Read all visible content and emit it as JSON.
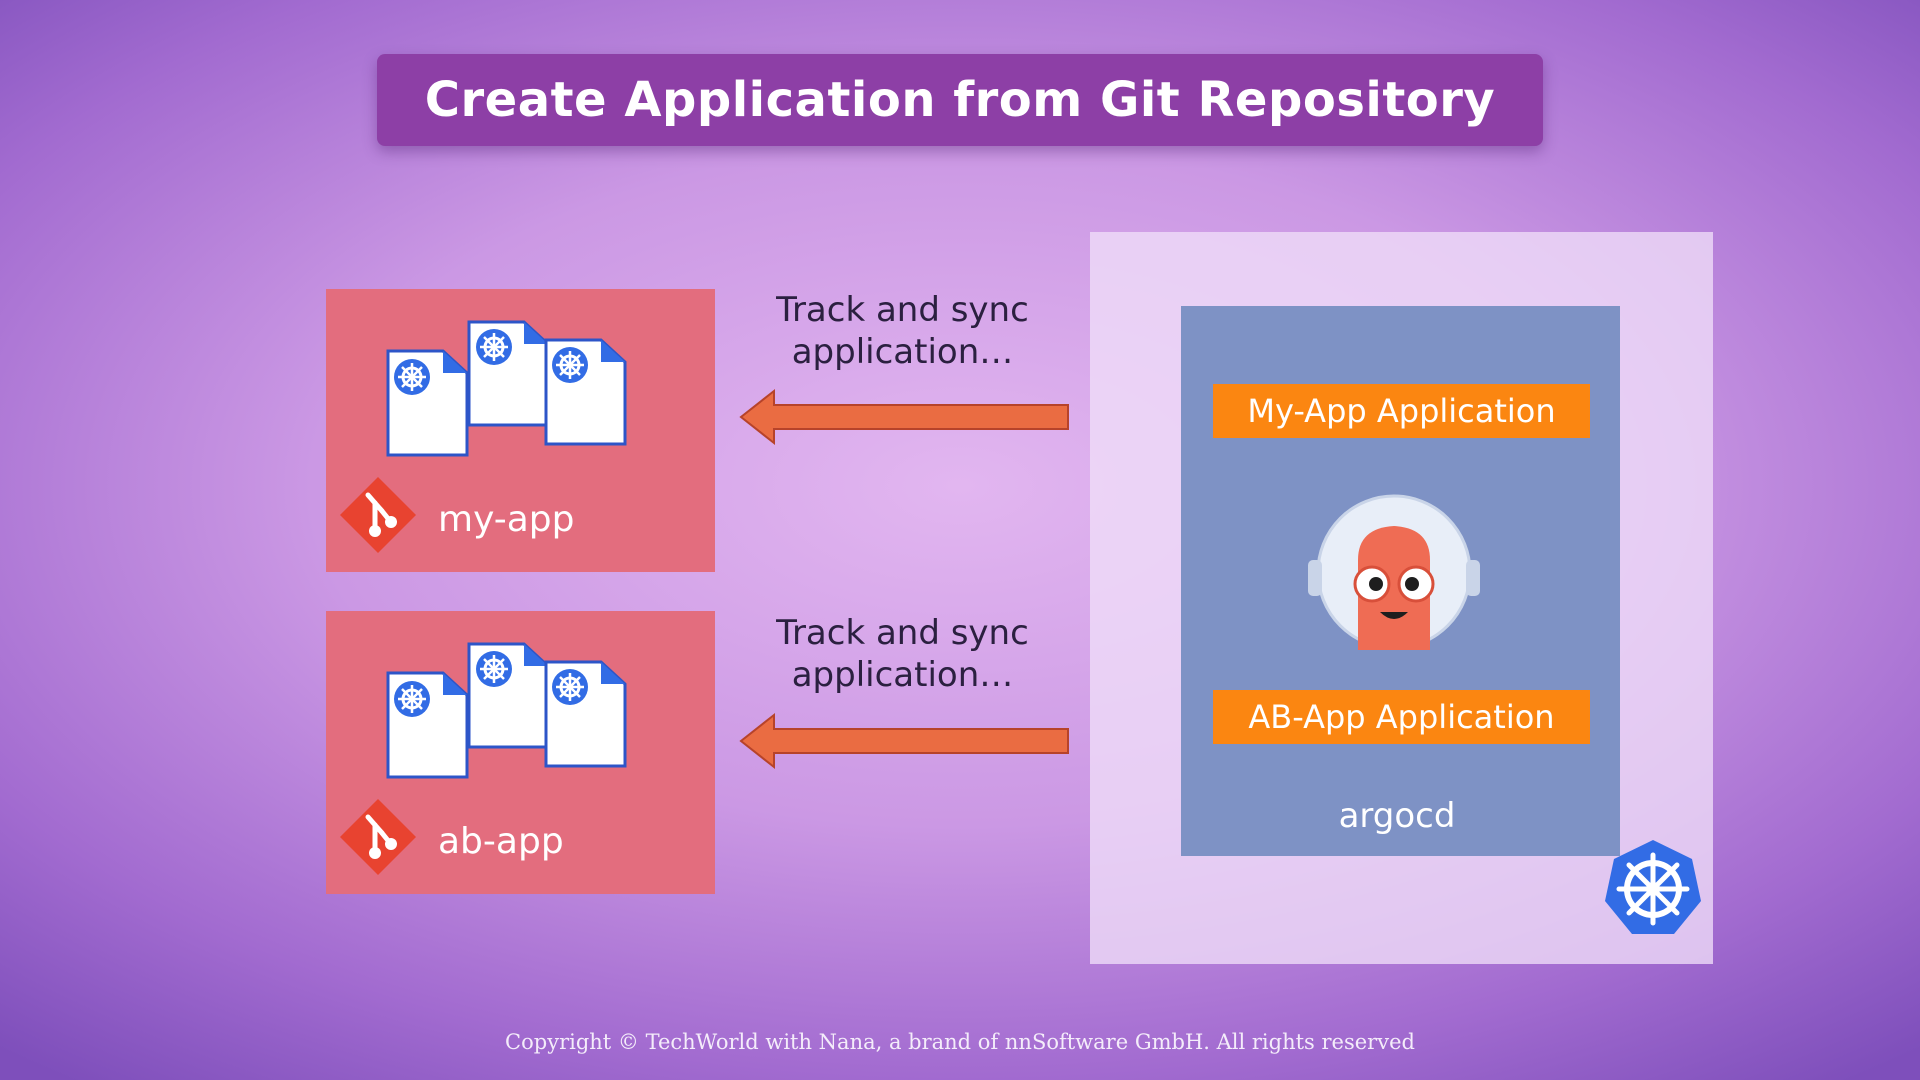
{
  "title": "Create Application from Git Repository",
  "repositories": [
    {
      "name": "my-app",
      "icon": "git-icon",
      "files_icon": "kubernetes-manifest-icon"
    },
    {
      "name": "ab-app",
      "icon": "git-icon",
      "files_icon": "kubernetes-manifest-icon"
    }
  ],
  "connections": [
    {
      "label": "Track and sync application…",
      "line1": "Track and sync",
      "line2": "application…"
    },
    {
      "label": "Track and sync application…",
      "line1": "Track and sync",
      "line2": "application…"
    }
  ],
  "cluster": {
    "namespace": "argocd",
    "applications": [
      "My-App Application",
      "AB-App Application"
    ],
    "mascot_icon": "argo-mascot-icon",
    "platform_icon": "kubernetes-icon"
  },
  "footer": {
    "copyright": "Copyright © TechWorld with Nana, a brand of nnSoftware GmbH. All rights reserved"
  },
  "colors": {
    "title_banner": "#8d3fa6",
    "repo_box": "#e36d7e",
    "arrow": "#ea6c42",
    "namespace_box": "#7e92c5",
    "app_badge": "#fb8611",
    "kubernetes_blue": "#326ce5"
  }
}
